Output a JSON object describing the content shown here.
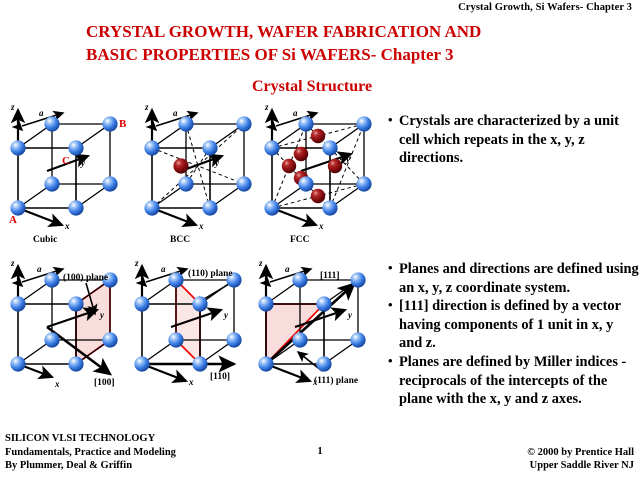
{
  "header": {
    "running_head": "Crystal Growth, Si Wafers- Chapter 3"
  },
  "title": {
    "line1": "CRYSTAL GROWTH, WAFER FABRICATION AND",
    "line2": "BASIC PROPERTIES OF Si WAFERS- Chapter 3",
    "color": "#CC0000"
  },
  "subtitle": {
    "text": "Crystal Structure",
    "color": "#CC0000"
  },
  "figures": {
    "colors": {
      "atom_corner": "#3D7FE8",
      "atom_corner_dark": "#1B4FA8",
      "atom_inner": "#8A0D10",
      "atom_inner_dark": "#5A0406",
      "edge": "#000000",
      "plane_stroke": "#EE0000",
      "plane_fill": "#F9DCDC",
      "label_red": "#E00000"
    },
    "top_row": [
      {
        "name": "cubic",
        "caption": "Cubic",
        "axes": [
          "z",
          "a",
          "y",
          "x"
        ],
        "point_labels": [
          "A",
          "B",
          "C"
        ],
        "corner_atoms": 8,
        "inner_atoms": 0
      },
      {
        "name": "bcc",
        "caption": "BCC",
        "axes": [
          "z",
          "a",
          "y",
          "x"
        ],
        "point_labels": [],
        "corner_atoms": 8,
        "inner_atoms": 1
      },
      {
        "name": "fcc",
        "caption": "FCC",
        "axes": [
          "z",
          "a",
          "y",
          "x"
        ],
        "point_labels": [],
        "corner_atoms": 8,
        "inner_atoms": 6
      }
    ],
    "bottom_row": [
      {
        "name": "plane-100",
        "plane_label": "(100) plane",
        "direction_label": "[100]",
        "axes": [
          "z",
          "a",
          "y",
          "x"
        ],
        "plane_type": "face"
      },
      {
        "name": "plane-110",
        "plane_label": "(110) plane",
        "direction_label": "[110]",
        "axes": [
          "z",
          "a",
          "y",
          "x"
        ],
        "plane_type": "diagonal"
      },
      {
        "name": "plane-111",
        "plane_label": "(111) plane",
        "direction_label": "[111]",
        "axes": [
          "z",
          "a",
          "y",
          "x"
        ],
        "plane_type": "triangle"
      }
    ]
  },
  "bullets_top": [
    "Crystals are characterized by a unit cell which repeats in the x, y, z directions."
  ],
  "bullets_bottom": [
    "Planes and directions are defined using an x, y, z coordinate system.",
    "[111] direction is defined by a vector having components of 1 unit in x, y and z.",
    "Planes are defined by Miller indices - reciprocals of the intercepts of the plane with the x, y and z axes."
  ],
  "footer": {
    "left_line1": "SILICON VLSI TECHNOLOGY",
    "left_line2": "Fundamentals, Practice and Modeling",
    "left_line3": "By Plummer, Deal & Griffin",
    "page_number": "1",
    "right_line1": "© 2000 by Prentice Hall",
    "right_line2": "Upper Saddle River NJ"
  }
}
